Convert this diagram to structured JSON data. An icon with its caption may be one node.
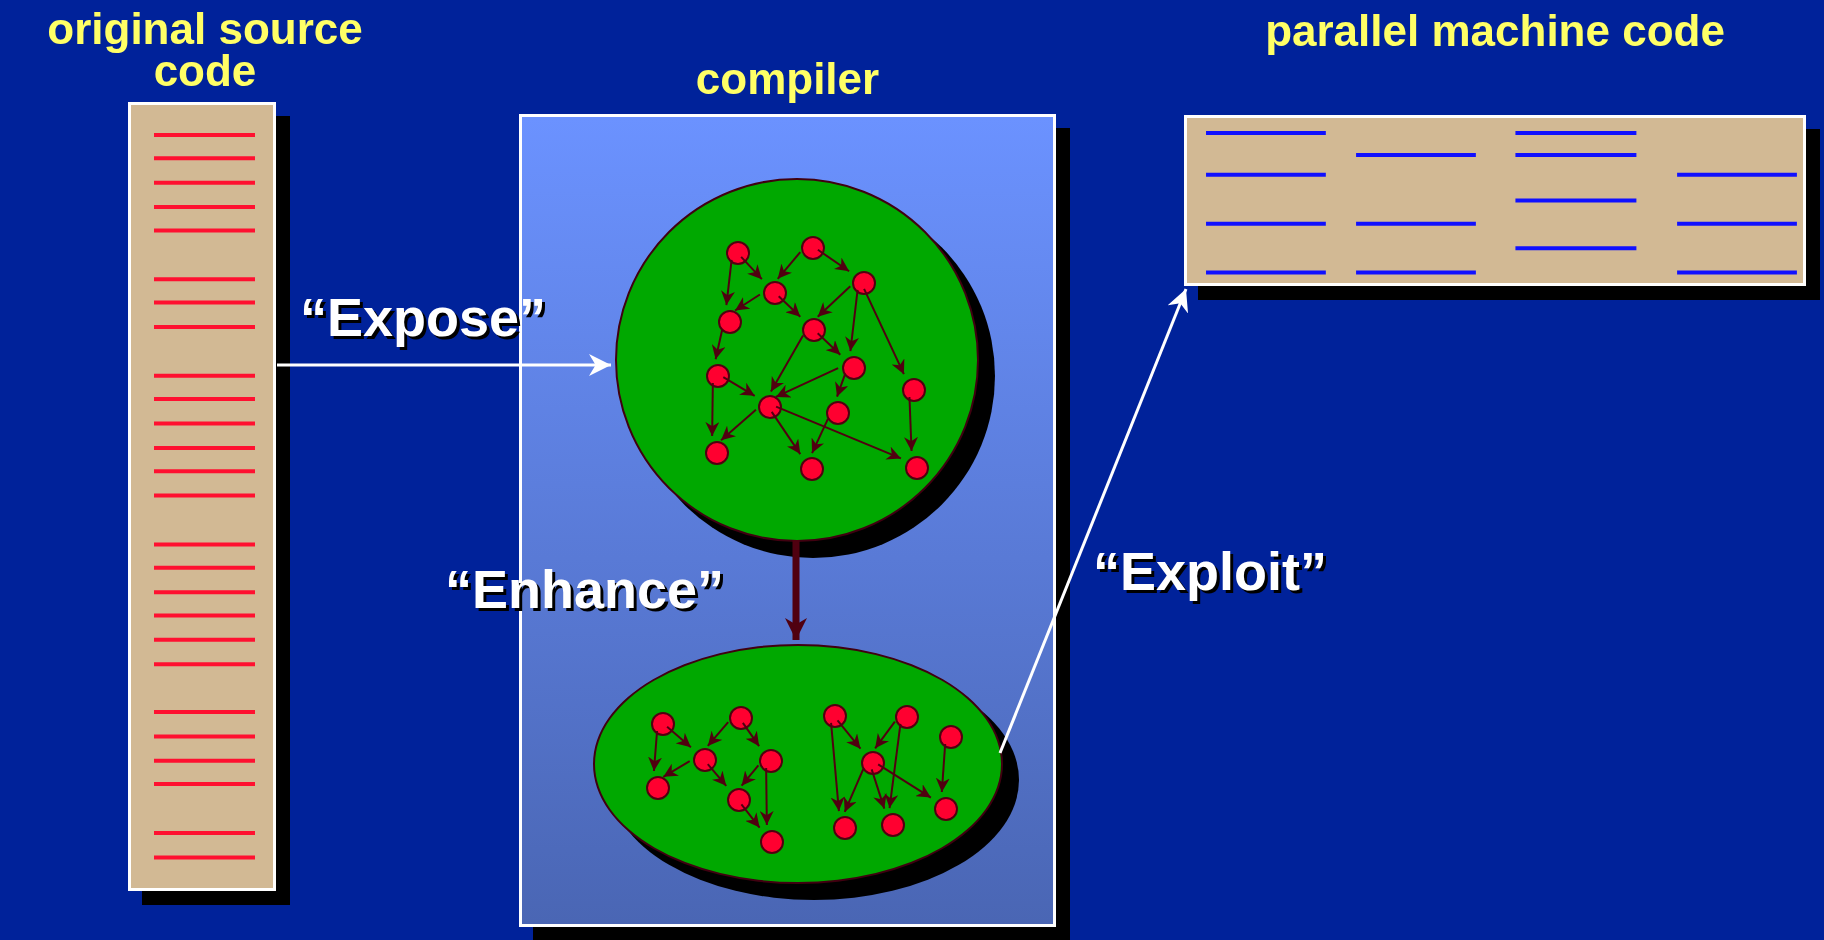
{
  "diagram": {
    "nodes": [
      {
        "text": [
          "original source code"
        ]
      },
      {
        "text": [
          "compiler"
        ]
      },
      {
        "text": [],
        "shape": "circle",
        "in": 1
      },
      {
        "text": [],
        "shape": "circle",
        "in": 2
      },
      {
        "text": [],
        "shape": "circle",
        "in": 2
      },
      {
        "text": [],
        "shape": "circle",
        "in": 2
      },
      {
        "text": [],
        "shape": "circle",
        "in": 2
      },
      {
        "text": [],
        "shape": "circle",
        "in": 2
      },
      {
        "text": [],
        "shape": "circle",
        "in": 2
      },
      {
        "text": [],
        "shape": "circle",
        "in": 2
      },
      {
        "text": [],
        "shape": "circle",
        "in": 2
      },
      {
        "text": [],
        "shape": "circle",
        "in": 2
      },
      {
        "text": [],
        "shape": "circle",
        "in": 2
      },
      {
        "text": [],
        "shape": "circle",
        "in": 2
      },
      {
        "text": [],
        "shape": "circle",
        "in": 2
      },
      {
        "text": [],
        "shape": "circle",
        "in": 2
      },
      {
        "text": [],
        "shape": "circle",
        "in": 2
      },
      {
        "text": [],
        "shape": "ellipse",
        "in": 1
      },
      {
        "text": [],
        "shape": "circle",
        "in": 17
      },
      {
        "text": [],
        "shape": "circle",
        "in": 17
      },
      {
        "text": [],
        "shape": "circle",
        "in": 17
      },
      {
        "text": [],
        "shape": "circle",
        "in": 17
      },
      {
        "text": [],
        "shape": "circle",
        "in": 17
      },
      {
        "text": [],
        "shape": "circle",
        "in": 17
      },
      {
        "text": [],
        "shape": "circle",
        "in": 17
      },
      {
        "text": [],
        "shape": "circle",
        "in": 17
      },
      {
        "text": [],
        "shape": "circle",
        "in": 17
      },
      {
        "text": [],
        "shape": "circle",
        "in": 17
      },
      {
        "text": [],
        "shape": "circle",
        "in": 17
      },
      {
        "text": [],
        "shape": "circle",
        "in": 17
      },
      {
        "text": [],
        "shape": "circle",
        "in": 17
      },
      {
        "text": [],
        "shape": "circle",
        "in": 17
      },
      {
        "text": [
          "parallel machine code"
        ]
      }
    ],
    "edges": [
      {
        "from": 0,
        "to": 2,
        "arrow": "to",
        "label": "“Expose”",
        "color": "#ffffff"
      },
      {
        "from": 2,
        "to": 17,
        "arrow": "to",
        "label": "“Enhance”",
        "style": "thick"
      },
      {
        "from": 17,
        "to": 32,
        "arrow": "to",
        "label": "“Exploit”",
        "color": "#ffffff"
      },
      {
        "from": 3,
        "to": 5,
        "arrow": "to"
      },
      {
        "from": 3,
        "to": 7,
        "arrow": "to"
      },
      {
        "from": 4,
        "to": 5,
        "arrow": "to"
      },
      {
        "from": 4,
        "to": 6,
        "arrow": "to"
      },
      {
        "from": 5,
        "to": 7,
        "arrow": "to"
      },
      {
        "from": 5,
        "to": 8,
        "arrow": "to"
      },
      {
        "from": 6,
        "to": 8,
        "arrow": "to"
      },
      {
        "from": 6,
        "to": 9,
        "arrow": "to"
      },
      {
        "from": 6,
        "to": 11,
        "arrow": "to"
      },
      {
        "from": 7,
        "to": 10,
        "arrow": "to"
      },
      {
        "from": 8,
        "to": 9,
        "arrow": "to"
      },
      {
        "from": 8,
        "to": 12,
        "arrow": "to"
      },
      {
        "from": 9,
        "to": 12,
        "arrow": "to"
      },
      {
        "from": 9,
        "to": 13,
        "arrow": "to"
      },
      {
        "from": 10,
        "to": 12,
        "arrow": "to"
      },
      {
        "from": 10,
        "to": 14,
        "arrow": "to"
      },
      {
        "from": 12,
        "to": 14,
        "arrow": "to"
      },
      {
        "from": 12,
        "to": 15,
        "arrow": "to"
      },
      {
        "from": 12,
        "to": 16,
        "arrow": "to"
      },
      {
        "from": 13,
        "to": 15,
        "arrow": "to"
      },
      {
        "from": 11,
        "to": 16,
        "arrow": "to"
      },
      {
        "from": 18,
        "to": 22,
        "arrow": "to"
      },
      {
        "from": 18,
        "to": 20,
        "arrow": "to"
      },
      {
        "from": 19,
        "to": 20,
        "arrow": "to"
      },
      {
        "from": 19,
        "to": 21,
        "arrow": "to"
      },
      {
        "from": 20,
        "to": 22,
        "arrow": "to"
      },
      {
        "from": 20,
        "to": 23,
        "arrow": "to"
      },
      {
        "from": 21,
        "to": 23,
        "arrow": "to"
      },
      {
        "from": 21,
        "to": 24,
        "arrow": "to"
      },
      {
        "from": 23,
        "to": 24,
        "arrow": "to"
      },
      {
        "from": 25,
        "to": 30,
        "arrow": "to"
      },
      {
        "from": 25,
        "to": 28,
        "arrow": "to"
      },
      {
        "from": 26,
        "to": 28,
        "arrow": "to"
      },
      {
        "from": 26,
        "to": 31,
        "arrow": "to"
      },
      {
        "from": 27,
        "to": 29,
        "arrow": "to"
      },
      {
        "from": 28,
        "to": 30,
        "arrow": "to"
      },
      {
        "from": 28,
        "to": 31,
        "arrow": "to"
      },
      {
        "from": 28,
        "to": 29,
        "arrow": "to"
      }
    ]
  }
}
